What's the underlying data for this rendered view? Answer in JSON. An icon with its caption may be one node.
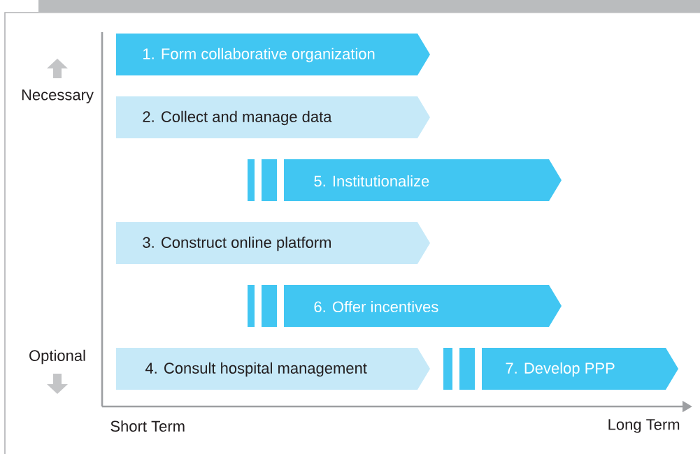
{
  "diagram": {
    "nodes": [
      {
        "text": [
          "1. Form collaborative organization"
        ]
      },
      {
        "text": [
          "2. Collect and manage data"
        ]
      },
      {
        "text": [
          "5. Institutionalize"
        ]
      },
      {
        "text": [
          "3. Construct online platform"
        ]
      },
      {
        "text": [
          "6. Offer incentives"
        ]
      },
      {
        "text": [
          "4. Consult hospital management"
        ]
      },
      {
        "text": [
          "7. Develop PPP"
        ]
      }
    ],
    "labels": [
      "Necessary",
      "Optional",
      "Short Term",
      "Long Term"
    ]
  }
}
